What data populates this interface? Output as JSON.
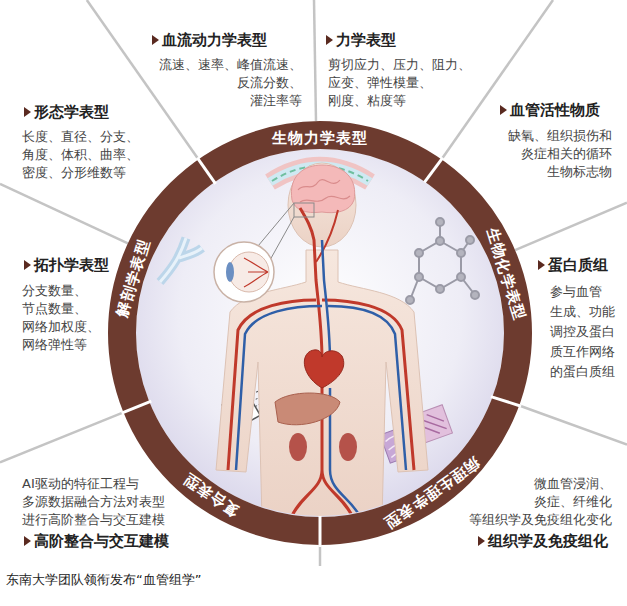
{
  "diagram": {
    "caption": "东南大学团队领衔发布“血管组学”",
    "nodes": [
      {
        "text": [
          "形态学表型",
          "长度、直径、分支、 角度、体积、曲率、 密度、分形维数等"
        ]
      },
      {
        "text": [
          "血流动力学表型",
          "流速、速率、峰值流速、 反流分数、 灌注率等"
        ]
      },
      {
        "text": [
          "力学表型",
          "剪切应力、压力、阻力、 应变、弹性模量、 刚度、粘度等"
        ]
      },
      {
        "text": [
          "血管活性物质",
          "缺氧、组织损伤和 炎症相关的循环 生物标志物"
        ]
      },
      {
        "text": [
          "蛋白质组",
          "参与血管 生成、功能 调控及蛋白 质互作网络 的蛋白质组"
        ]
      },
      {
        "text": [
          "组织学及免疫组化",
          "微血管浸润、 炎症、纤维化 等组织学及免疫组化变化"
        ]
      },
      {
        "text": [
          "高阶整合与交互建模",
          "AI驱动的特征工程与 多源数据融合方法对表型 进行高阶整合与交互建模"
        ]
      },
      {
        "text": [
          "拓扑学表型",
          "分支数量、 节点数量、 网络加权度、 网络弹性等"
        ]
      },
      {
        "text": [
          "生物力学表型"
        ]
      },
      {
        "text": [
          "生物化学表型"
        ]
      },
      {
        "text": [
          "病理生理学表型"
        ]
      },
      {
        "text": [
          "复合表型"
        ]
      },
      {
        "text": [
          "解剖学表型"
        ]
      }
    ]
  }
}
